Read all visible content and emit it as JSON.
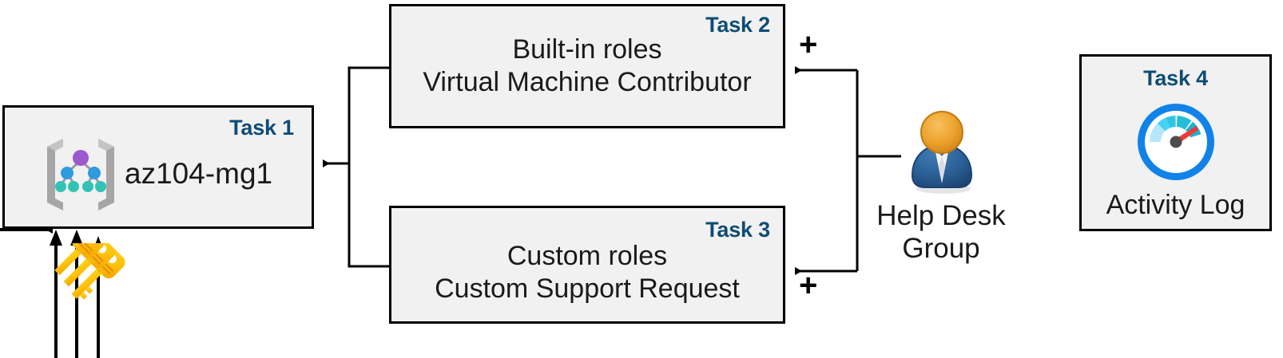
{
  "diagram": {
    "title": "Azure RBAC task diagram",
    "accent_color": "#0f4c75",
    "box_fill": "#f1f1f1",
    "box_border": "#000000"
  },
  "task1": {
    "label": "Task 1",
    "name": "az104-mg1",
    "icon": "management-group-icon"
  },
  "task2": {
    "label": "Task 2",
    "line1": "Built-in roles",
    "line2": "Virtual Machine Contributor"
  },
  "task3": {
    "label": "Task 3",
    "line1": "Custom roles",
    "line2": "Custom Support Request"
  },
  "task4": {
    "label": "Task 4",
    "caption": "Activity Log",
    "icon": "activity-log-gauge-icon"
  },
  "group": {
    "line1": "Help Desk",
    "line2": "Group",
    "icon": "user-group-icon"
  },
  "keys": {
    "icon": "keys-icon",
    "count": 3
  },
  "operators": {
    "plus_top": "+",
    "plus_bottom": "+"
  }
}
